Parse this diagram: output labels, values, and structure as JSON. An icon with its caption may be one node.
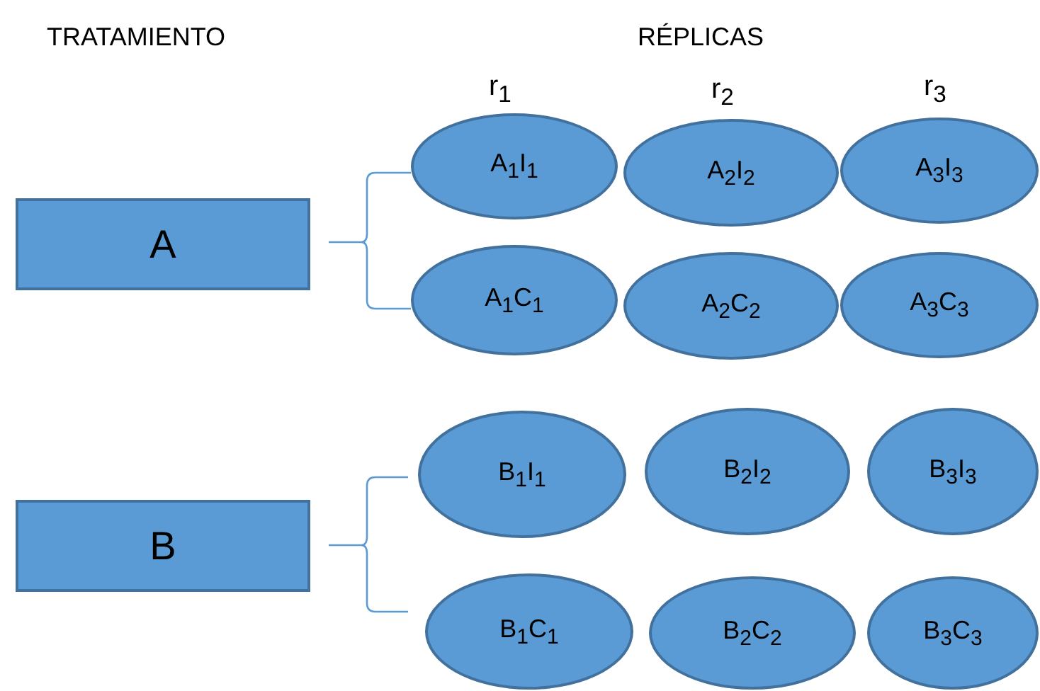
{
  "diagram": {
    "nodes": [
      {
        "text": [
          "A"
        ]
      },
      {
        "text": [
          "A$_{1}$I$_{1}$"
        ]
      },
      {
        "text": [
          "A$_{2}$I$_{2}$"
        ]
      },
      {
        "text": [
          "A$_{3}$I$_{3}$"
        ]
      },
      {
        "text": [
          "A$_{1}$C$_{1}$"
        ]
      },
      {
        "text": [
          "A$_{2}$C$_{2}$"
        ]
      },
      {
        "text": [
          "A$_{3}$C$_{3}$"
        ]
      },
      {
        "text": [
          "B"
        ]
      },
      {
        "text": [
          "B$_{1}$I$_{1}$"
        ]
      },
      {
        "text": [
          "B$_{2}$I$_{2}$"
        ]
      },
      {
        "text": [
          "B$_{3}$I$_{3}$"
        ]
      },
      {
        "text": [
          "B$_{1}$C$_{1}$"
        ]
      },
      {
        "text": [
          "B$_{2}$C$_{2}$"
        ]
      },
      {
        "text": [
          "B$_{3}$C$_{3}$"
        ]
      }
    ],
    "labels": [
      "TRATAMIENTO",
      "RÉPLICAS",
      "r$_{1}$",
      "r$_{2}$",
      "r$_{3}$"
    ]
  }
}
